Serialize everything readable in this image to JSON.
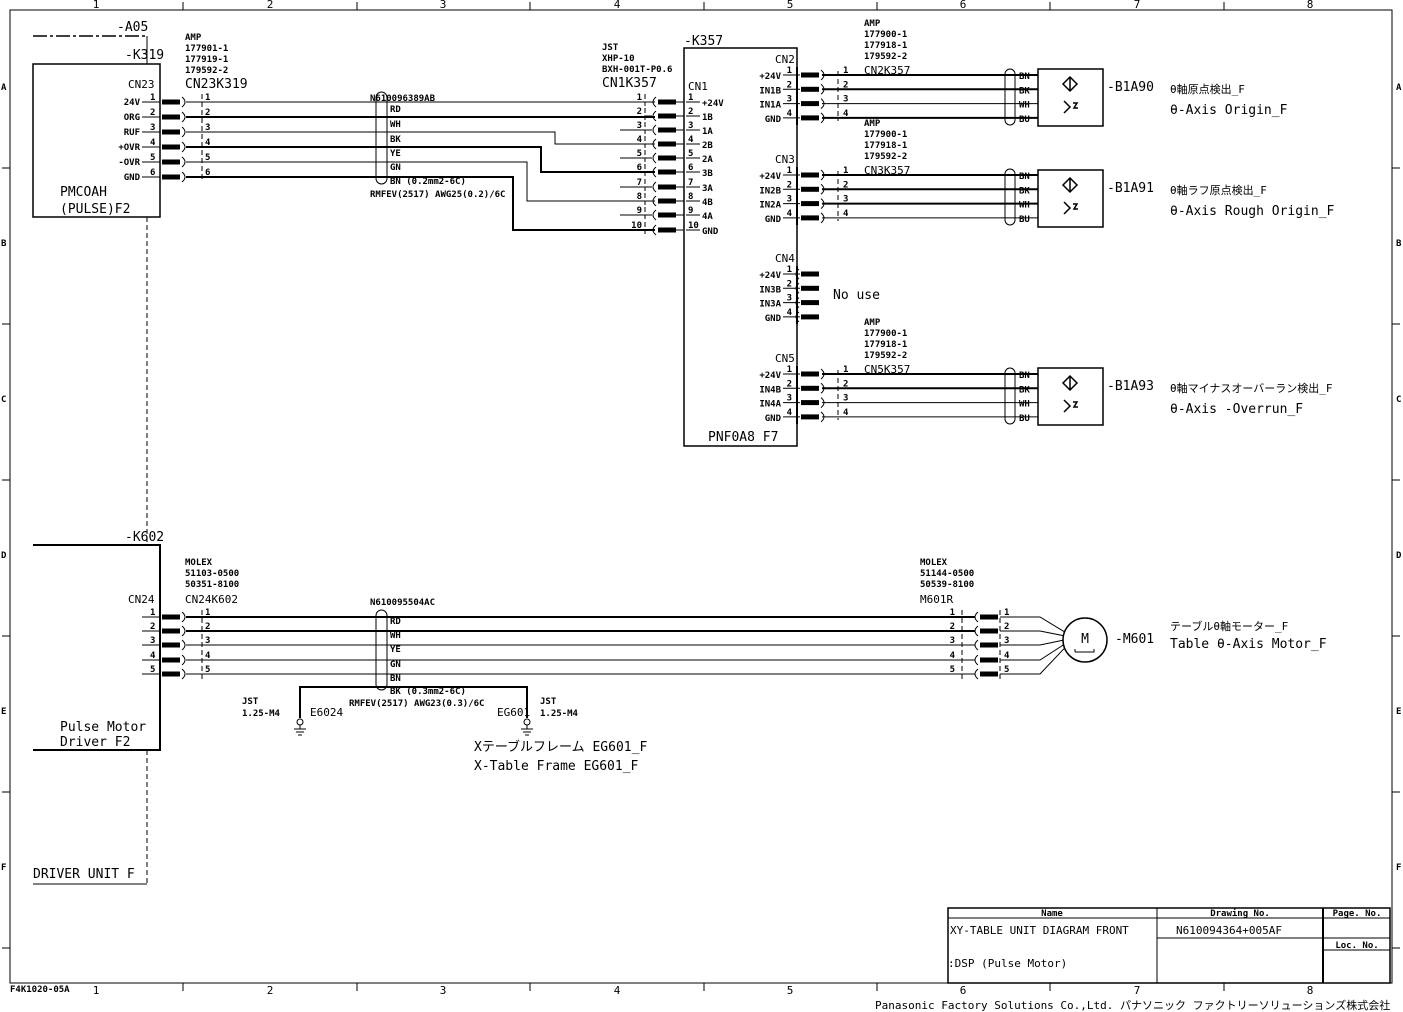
{
  "frame": {
    "columns": [
      "1",
      "2",
      "3",
      "4",
      "5",
      "6",
      "7",
      "8"
    ],
    "rows": [
      "A",
      "B",
      "C",
      "D",
      "E",
      "F"
    ],
    "form_code": "F4K1020-05A",
    "company": "Panasonic Factory Solutions Co.,Ltd. パナソニック ファクトリーソリューションズ株式会社"
  },
  "title_block": {
    "name_header": "Name",
    "drawing_no_header": "Drawing No.",
    "page_no_header": "Page. No.",
    "loc_no_header": "Loc. No.",
    "name": "XY-TABLE UNIT DIAGRAM FRONT",
    "subname": ":DSP (Pulse Motor)",
    "drawing_no": "N610094364+005AF"
  },
  "driver_unit": {
    "ref": "-A05",
    "label": "DRIVER UNIT F",
    "k319": {
      "ref": "-K319",
      "title": [
        "PMCOAH",
        "(PULSE)F2"
      ],
      "connector": "CN23",
      "pins": [
        "24V",
        "ORG",
        "RUF",
        "+OVR",
        "-OVR",
        "GND"
      ],
      "plug": [
        "AMP",
        "177901-1",
        "177919-1",
        "179592-2",
        "CN23K319"
      ]
    },
    "k602": {
      "ref": "-K602",
      "title": [
        "Pulse Motor",
        "Driver F2"
      ],
      "connector": "CN24",
      "pins": [
        "1",
        "2",
        "3",
        "4",
        "5"
      ],
      "plug": [
        "MOLEX",
        "51103-0500",
        "50351-8100",
        "CN24K602"
      ]
    }
  },
  "cable1": {
    "name": "N610096389AB",
    "colors": [
      "RD",
      "WH",
      "BK",
      "YE",
      "GN",
      "BN (0.2mm2-6C)"
    ],
    "spec": "RMFEV(2517)  AWG25(0.2)/6C"
  },
  "k357": {
    "ref": "-K357",
    "title": "PNF0A8 F7",
    "cn1": {
      "label": "CN1",
      "plug": [
        "JST",
        "XHP-10",
        "BXH-001T-P0.6",
        "CN1K357"
      ],
      "pins": [
        "+24V",
        "1B",
        "1A",
        "2B",
        "2A",
        "3B",
        "3A",
        "4B",
        "4A",
        "GND"
      ]
    },
    "sensor_connectors": [
      {
        "label": "CN2",
        "pins": [
          "+24V",
          "IN1B",
          "IN1A",
          "GND"
        ],
        "plug": [
          "AMP",
          "177900-1",
          "177918-1",
          "179592-2",
          "CN2K357"
        ],
        "sensor": {
          "ref": "-B1A90",
          "desc_jp": "θ軸原点検出_F",
          "desc_en": "θ-Axis Origin_F",
          "wires": [
            "BN",
            "BK",
            "WH",
            "BU"
          ]
        }
      },
      {
        "label": "CN3",
        "pins": [
          "+24V",
          "IN2B",
          "IN2A",
          "GND"
        ],
        "plug": [
          "AMP",
          "177900-1",
          "177918-1",
          "179592-2",
          "CN3K357"
        ],
        "sensor": {
          "ref": "-B1A91",
          "desc_jp": "θ軸ラフ原点検出_F",
          "desc_en": "θ-Axis Rough Origin_F",
          "wires": [
            "BN",
            "BK",
            "WH",
            "BU"
          ]
        }
      },
      {
        "label": "CN4",
        "pins": [
          "+24V",
          "IN3B",
          "IN3A",
          "GND"
        ],
        "note": "No use"
      },
      {
        "label": "CN5",
        "pins": [
          "+24V",
          "IN4B",
          "IN4A",
          "GND"
        ],
        "plug": [
          "AMP",
          "177900-1",
          "177918-1",
          "179592-2",
          "CN5K357"
        ],
        "sensor": {
          "ref": "-B1A93",
          "desc_jp": "θ軸マイナスオーバーラン検出_F",
          "desc_en": "θ-Axis -Overrun_F",
          "wires": [
            "BN",
            "BK",
            "WH",
            "BU"
          ]
        }
      }
    ]
  },
  "cable2": {
    "name": "N610095504AC",
    "colors": [
      "RD",
      "WH",
      "YE",
      "GN",
      "BN",
      "BK (0.3mm2-6C)"
    ],
    "spec": "RMFEV(2517)  AWG23(0.3)/6C"
  },
  "grounds": [
    {
      "ref": "E6024",
      "terminal": [
        "JST",
        "1.25-M4"
      ]
    },
    {
      "ref": "EG601",
      "terminal": [
        "JST",
        "1.25-M4"
      ]
    }
  ],
  "frame_ground": {
    "jp": "Xテーブルフレーム EG601_F",
    "en": "X-Table Frame EG601_F"
  },
  "motor": {
    "ref": "-M601",
    "symbol": "M",
    "plug": [
      "MOLEX",
      "51144-0500",
      "50539-8100",
      "M601R"
    ],
    "desc_jp": "テーブルθ軸モーター_F",
    "desc_en": "Table θ-Axis Motor_F"
  }
}
